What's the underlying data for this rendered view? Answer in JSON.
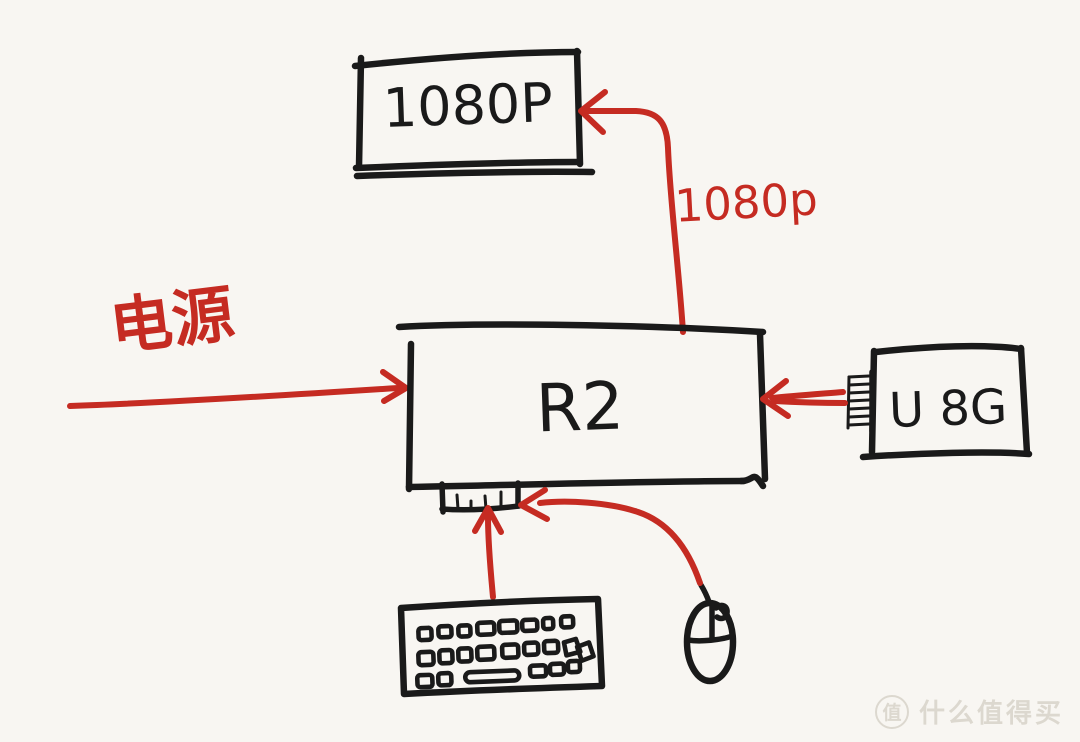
{
  "palette": {
    "background": "#f8f6f2",
    "ink": "#1a1a1a",
    "accent_red": "#c52b22",
    "watermark_gray": "#dcd8cf"
  },
  "labels": {
    "monitor": "1080P",
    "video_signal": "1080p",
    "power": "电源",
    "device": "R2",
    "usb_drive": "U 8G"
  },
  "watermark": {
    "badge": "值",
    "text": "什么值得买"
  }
}
